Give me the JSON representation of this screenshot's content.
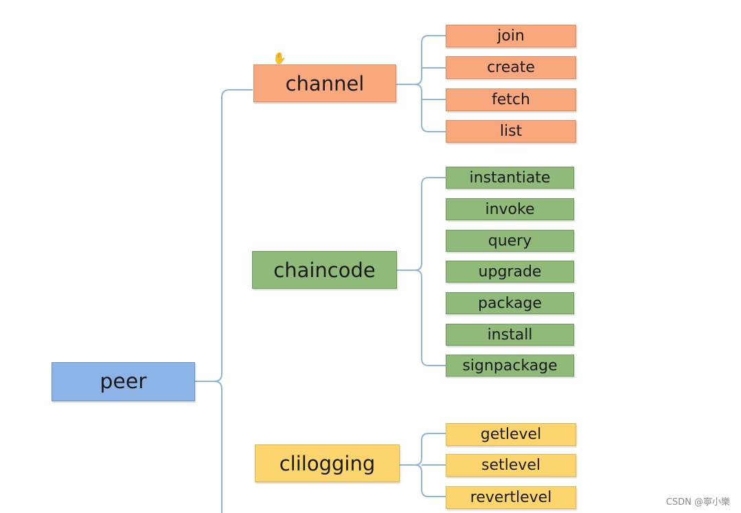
{
  "root": {
    "label": "peer",
    "color": "#8db4e6"
  },
  "branches": [
    {
      "label": "channel",
      "color": "#f9a77d",
      "children": [
        "join",
        "create",
        "fetch",
        "list"
      ]
    },
    {
      "label": "chaincode",
      "color": "#8fba79",
      "children": [
        "instantiate",
        "invoke",
        "query",
        "upgrade",
        "package",
        "install",
        "signpackage"
      ]
    },
    {
      "label": "clilogging",
      "color": "#fdd56e",
      "children": [
        "getlevel",
        "setlevel",
        "revertlevel"
      ]
    }
  ],
  "cursor_icon": "hand-cursor-icon",
  "watermark": "CSDN @寧小樂"
}
